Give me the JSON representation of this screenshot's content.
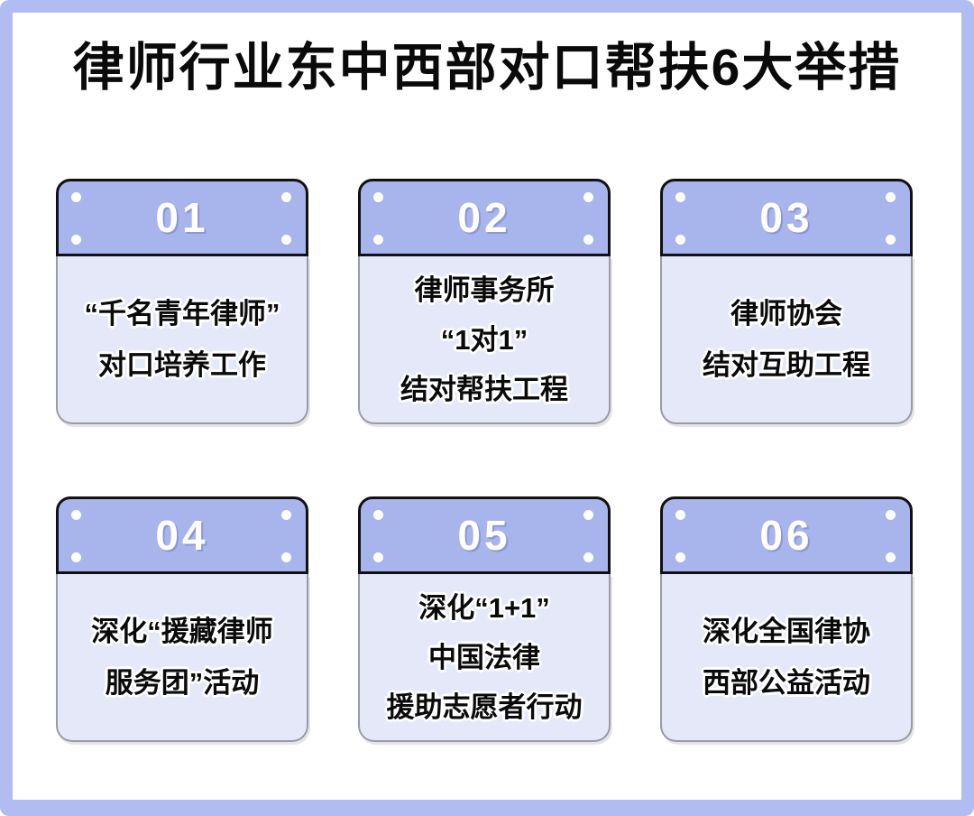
{
  "page": {
    "title": "律师行业东中西部对口帮扶6大举措",
    "colors": {
      "frame": "#b0bcf2",
      "card_header": "#a8b4ec",
      "card_body": "#e5e8f8",
      "card_header_border": "#111111",
      "card_body_border": "#9a9aa6",
      "title_text": "#0a0a0a",
      "number_text": "#ffffff"
    }
  },
  "cards": [
    {
      "number": "01",
      "lines": [
        "“千名青年律师”",
        "对口培养工作"
      ]
    },
    {
      "number": "02",
      "lines": [
        "律师事务所",
        "“1对1”",
        "结对帮扶工程"
      ]
    },
    {
      "number": "03",
      "lines": [
        "律师协会",
        "结对互助工程"
      ]
    },
    {
      "number": "04",
      "lines": [
        "深化“援藏律师",
        "服务团”活动"
      ]
    },
    {
      "number": "05",
      "lines": [
        "深化“1+1”",
        "中国法律",
        "援助志愿者行动"
      ]
    },
    {
      "number": "06",
      "lines": [
        "深化全国律协",
        "西部公益活动"
      ]
    }
  ]
}
